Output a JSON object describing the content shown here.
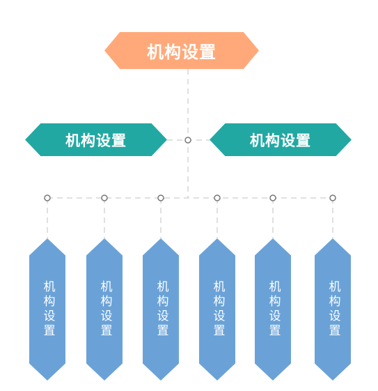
{
  "colors": {
    "top": "#FFA97A",
    "middle": "#22A8A3",
    "leaf": "#6AA2D8",
    "connector": "#D6D6D6",
    "joint": "#777777"
  },
  "top_node": {
    "label": "机构设置"
  },
  "middle_nodes": [
    {
      "label": "机构设置"
    },
    {
      "label": "机构设置"
    }
  ],
  "leaf_nodes": [
    {
      "label": "机构设置"
    },
    {
      "label": "机构设置"
    },
    {
      "label": "机构设置"
    },
    {
      "label": "机构设置"
    },
    {
      "label": "机构设置"
    },
    {
      "label": "机构设置"
    }
  ]
}
